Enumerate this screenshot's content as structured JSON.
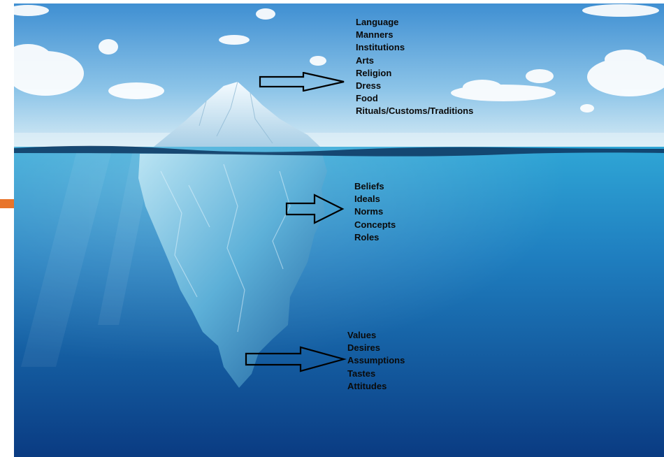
{
  "colors": {
    "sky_top": "#3f8fd2",
    "sky_bottom": "#cfe6f3",
    "water_top": "#2d9fd0",
    "water_bottom": "#0b3f86",
    "accent": "#e8742a",
    "label_text": "#0a0a0a"
  },
  "above_water": {
    "arrow_icon": "right-arrow-outline",
    "items": [
      "Language",
      "Manners",
      "Institutions",
      "Arts",
      "Religion",
      "Dress",
      "Food",
      "Rituals/Customs/Traditions"
    ]
  },
  "below_surface": {
    "arrow_icon": "right-arrow-outline",
    "items": [
      "Beliefs",
      "Ideals",
      "Norms",
      "Concepts",
      "Roles"
    ]
  },
  "deep_below": {
    "arrow_icon": "right-arrow-outline",
    "items": [
      "Values",
      "Desires",
      "Assumptions",
      "Tastes",
      "Attitudes"
    ]
  }
}
